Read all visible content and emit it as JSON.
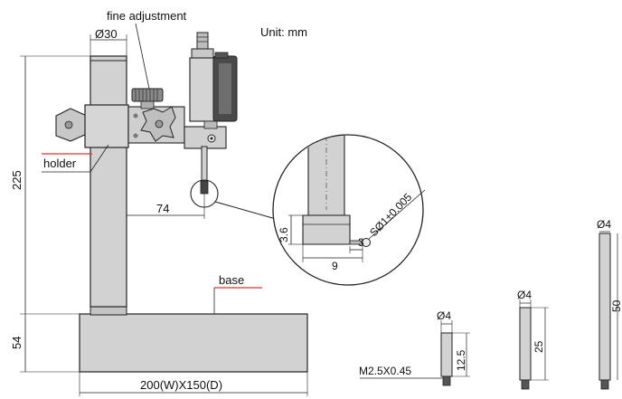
{
  "labels": {
    "fine_adjustment": "fine adjustment",
    "unit": "Unit: mm",
    "holder": "holder",
    "base": "base",
    "thread": "M2.5X0.45"
  },
  "dimensions": {
    "column_diameter": "Ø30",
    "column_height": "225",
    "base_height": "54",
    "base_size": "200(W)X150(D)",
    "reach": "74",
    "tip_step_height": "3.6",
    "tip_ball": "SØ1±0.005",
    "tip_length": "9",
    "tip_offset": "3",
    "probe1_diameter": "Ø4",
    "probe1_length": "12.5",
    "probe2_diameter": "Ø4",
    "probe2_length": "25",
    "probe3_diameter": "Ø4",
    "probe3_length": "50"
  },
  "colors": {
    "line": "#222222",
    "gray_fill": "#d2d2d2",
    "dark_fill": "#5a5a5a",
    "accent": "#e03030"
  }
}
